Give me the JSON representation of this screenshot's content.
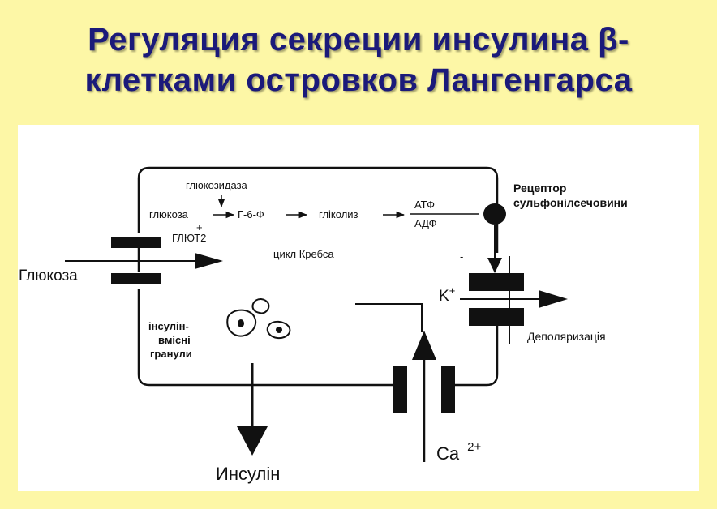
{
  "title": {
    "line1": "Регуляция секреции инсулина β-",
    "line2": "клетками островков Лангенгарса"
  },
  "diagram": {
    "glucosidase": "глюкозидаза",
    "glucose_inner": "глюкоза",
    "plus": "+",
    "glut2": "ГЛЮТ2",
    "g6f": "Г-6-Ф",
    "glycolysis": "гліколиз",
    "atp": "АТФ",
    "adp": "АДФ",
    "krebs": "цикл Кребса",
    "receptor_line1": "Рецептор",
    "receptor_line2": "сульфонілсечовини",
    "glucose_outer": "Глюкоза",
    "k_ion": "K",
    "k_charge": "+",
    "depolarization": "Деполяризація",
    "granules_line1": "інсулін-",
    "granules_line2": "вмісні",
    "granules_line3": "гранули",
    "insulin": "Инсулін",
    "ca_ion": "Ca",
    "ca_charge": "2+"
  },
  "colors": {
    "background": "#fdf7a6",
    "title": "#1b1a7a",
    "panel": "#ffffff",
    "ink": "#111111"
  }
}
